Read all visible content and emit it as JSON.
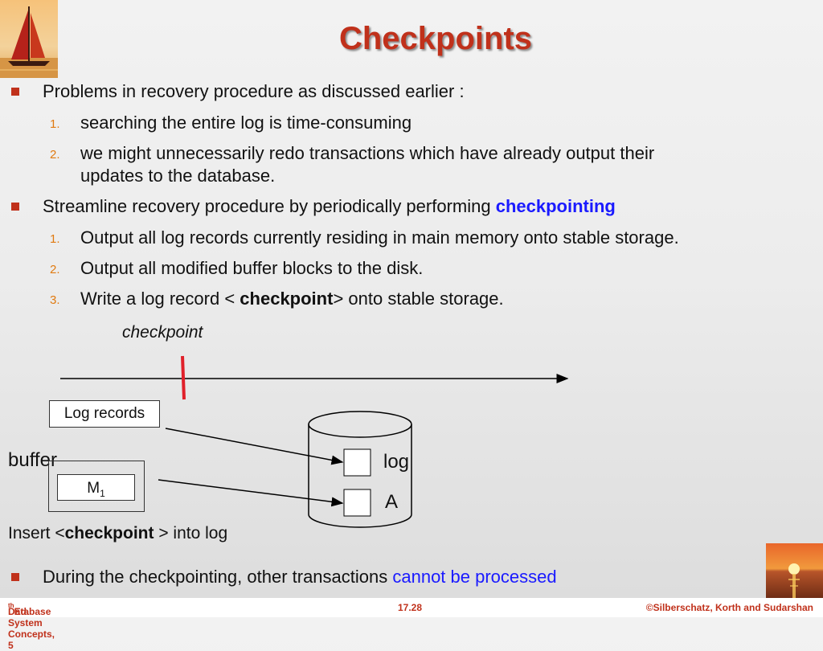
{
  "title": "Checkpoints",
  "bullets": [
    {
      "text": "Problems in recovery procedure as discussed earlier :",
      "items": [
        {
          "num": "1.",
          "text": "searching the entire log is time-consuming"
        },
        {
          "num": "2.",
          "text_line1": "we might unnecessarily redo transactions which have already output their",
          "text_line2": "updates to the database."
        }
      ]
    },
    {
      "text_pre": "Streamline recovery procedure by periodically performing ",
      "text_highlight": "checkpointing",
      "items": [
        {
          "num": "1.",
          "text": "Output all log records currently residing in main memory onto stable storage."
        },
        {
          "num": "2.",
          "text": "Output all modified buffer blocks to the disk."
        },
        {
          "num": "3.",
          "text_pre": "Write a log record < ",
          "text_bold": "checkpoint",
          "text_post": "> onto stable storage."
        }
      ]
    }
  ],
  "diagram": {
    "checkpoint_label": "checkpoint",
    "log_records_label": "Log records",
    "buffer_label": "buffer",
    "m_label": "M",
    "m_subscript": "1",
    "disk_log_label": "log",
    "disk_a_label": "A",
    "insert_pre": "Insert <",
    "insert_bold": "checkpoint",
    "insert_post": " > into log"
  },
  "last_bullet": {
    "text_pre": "During the checkpointing, other transactions ",
    "text_highlight": "cannot be processed"
  },
  "footer": {
    "left": "Database System Concepts, 5",
    "left_sup": "th",
    "left_post": " Ed.",
    "center": "17.28",
    "right": "©Silberschatz, Korth and Sudarshan"
  },
  "colors": {
    "accent": "#c0311b",
    "highlight": "#1a1aff",
    "number": "#e07a10"
  },
  "icons": {
    "top_left": "sailboat-image",
    "bottom_right": "sunset-image"
  }
}
